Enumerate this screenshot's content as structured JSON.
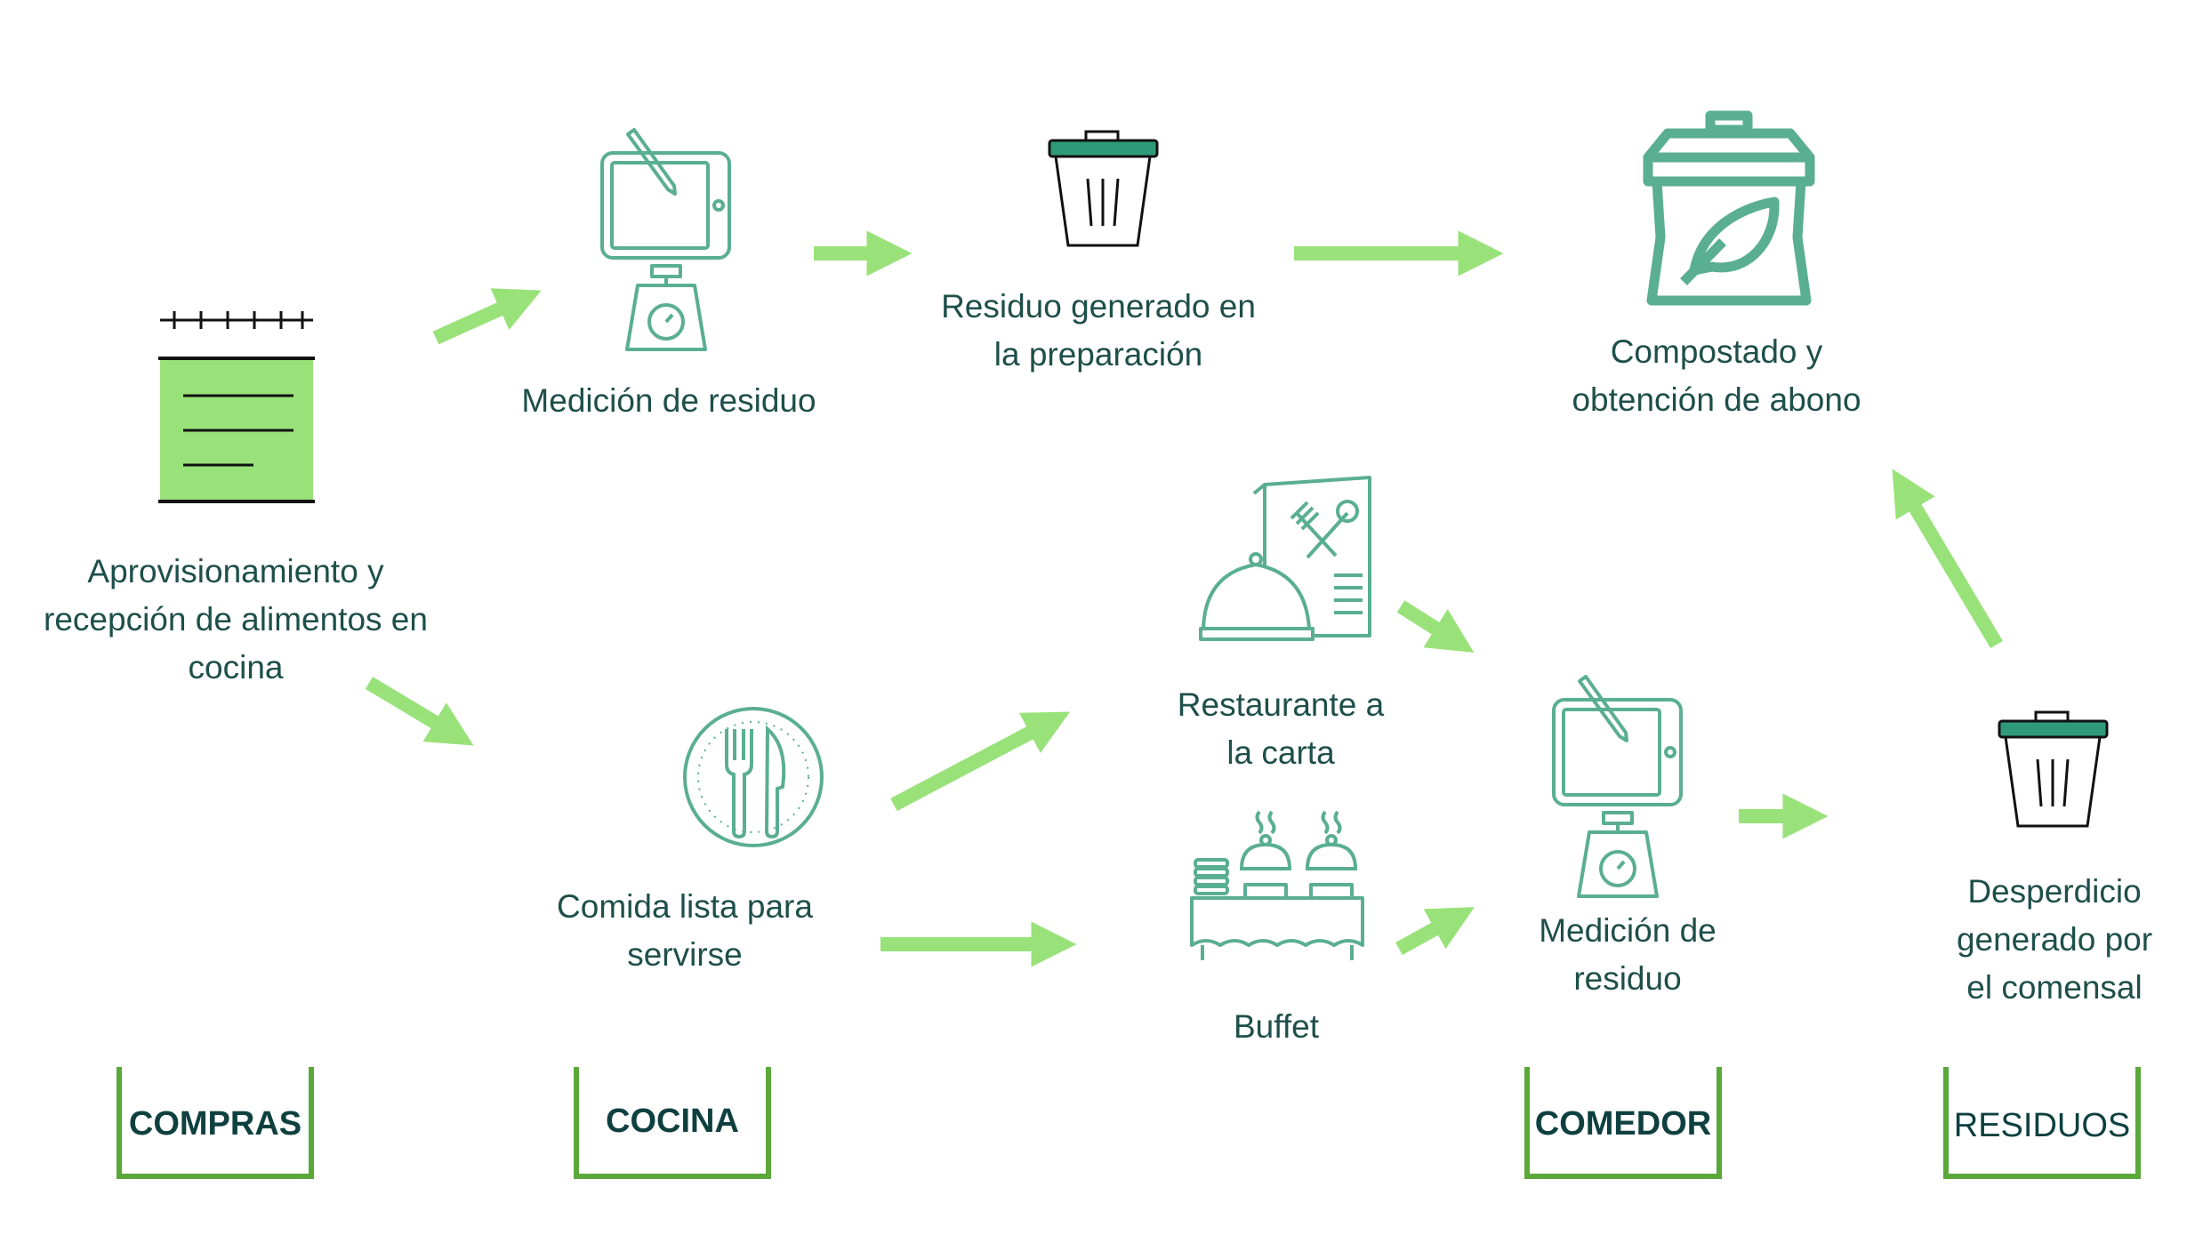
{
  "nodes": {
    "procurement": {
      "label": "Aprovisionamiento y\nrecepción de alimentos en\ncocina",
      "icon": "notepad-icon"
    },
    "kitchen_measure": {
      "label": "Medición de residuo",
      "icon": "tablet-scale-icon"
    },
    "prep_waste": {
      "label": "Residuo generado en\nla preparación",
      "icon": "trash-bin-icon"
    },
    "compost": {
      "label": "Compostado y\nobtención de abono",
      "icon": "compost-bag-icon"
    },
    "ready_food": {
      "label": "Comida lista para\nservirse",
      "icon": "plate-cutlery-icon"
    },
    "a_la_carte": {
      "label": "Restaurante a\nla carta",
      "icon": "menu-cloche-icon"
    },
    "buffet": {
      "label": "Buffet",
      "icon": "buffet-table-icon"
    },
    "dining_measure": {
      "label": "Medición de\nresiduo",
      "icon": "tablet-scale-icon"
    },
    "diner_waste": {
      "label": "Desperdicio\ngenerado por\nel comensal",
      "icon": "trash-bin-icon"
    }
  },
  "stages": {
    "compras": "COMPRAS",
    "cocina": "COCINA",
    "comedor": "COMEDOR",
    "residuos": "RESIDUOS"
  },
  "colors": {
    "arrow": "#99e27a",
    "icon_stroke": "#5aae92",
    "bin_lid": "#2f9a78",
    "notepad_fill": "#99e27a",
    "bracket": "#5aa83a",
    "text": "#1e4f4a"
  }
}
